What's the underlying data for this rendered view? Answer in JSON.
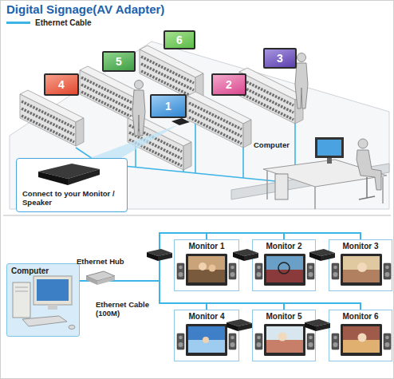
{
  "diagram": {
    "title": "Digital Signage(AV Adapter)",
    "nodes": [
      {
        "text": [
          "6"
        ]
      },
      {
        "text": [
          "5"
        ]
      },
      {
        "text": [
          "3"
        ]
      },
      {
        "text": [
          "4"
        ]
      },
      {
        "text": [
          "2"
        ]
      },
      {
        "text": [
          "1"
        ]
      },
      {
        "text": [
          "Connect to your Monitor / Speaker"
        ]
      },
      {
        "text": [
          "Monitor 1"
        ]
      },
      {
        "text": [
          "Monitor 2"
        ]
      },
      {
        "text": [
          "Monitor 3"
        ]
      },
      {
        "text": [
          "Computer"
        ]
      },
      {
        "text": [
          "Monitor 4"
        ]
      },
      {
        "text": [
          "Monitor 5"
        ]
      },
      {
        "text": [
          "Monitor 6"
        ]
      }
    ],
    "edges": [
      {
        "from": 10,
        "to": 7,
        "arrow": "none"
      },
      {
        "from": 10,
        "to": 8,
        "arrow": "none"
      },
      {
        "from": 10,
        "to": 9,
        "arrow": "none"
      },
      {
        "from": 10,
        "to": 11,
        "arrow": "none"
      },
      {
        "from": 10,
        "to": 12,
        "arrow": "none"
      },
      {
        "from": 10,
        "to": 13,
        "arrow": "none"
      }
    ],
    "labels": [
      "Computer",
      "Ethernet Hub",
      "Ethernet Cable (100M)"
    ],
    "legend": [
      {
        "text": "Ethernet Cable"
      }
    ]
  }
}
